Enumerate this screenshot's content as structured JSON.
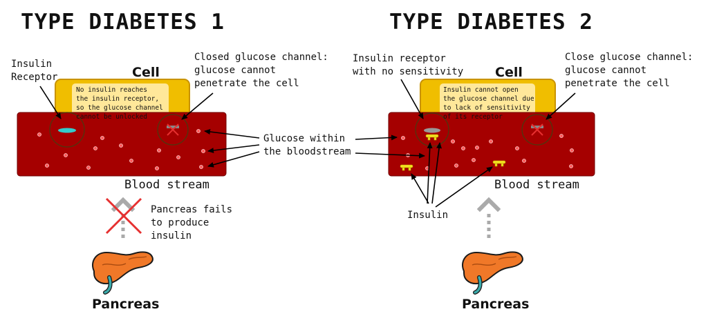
{
  "left": {
    "title": "TYPE DIABETES 1",
    "insulin_receptor_label": "Insulin\nReceptor",
    "cell_label": "Cell",
    "closed_channel_label": "Closed glucose channel:\nglucose cannot\npenetrate the cell",
    "cell_note": "No insulin reaches\nthe insulin receptor,\nso the glucose channel\ncannot be unlocked",
    "glucose_label": "Glucose within\nthe bloodstream",
    "blood_stream_label": "Blood stream",
    "pancreas_fail_label": "Pancreas fails\nto produce\ninsulin",
    "pancreas_label": "Pancreas"
  },
  "right": {
    "title": "TYPE DIABETES 2",
    "receptor_label": "Insulin receptor\nwith no sensitivity",
    "cell_label": "Cell",
    "close_channel_label": "Close glucose channel:\nglucose cannot\npenetrate the cell",
    "cell_note": "Insulin cannot open\nthe glucose channel due\nto lack of sensitivity\nof its receptor",
    "blood_stream_label": "Blood stream",
    "insulin_label": "Insulin",
    "pancreas_label": "Pancreas"
  },
  "colors": {
    "blood": "#a50000",
    "blood_border": "#6e0000",
    "cell": "#f0be00",
    "cell_border": "#c89200",
    "note_bg": "#ffe89a",
    "glucose": "#ff5a5a",
    "insulin": "#f4e020",
    "receptor_ok": "#33cccc",
    "receptor_dead": "#999999",
    "cross": "#e63030",
    "pancreas": "#f07828",
    "duct": "#3aaaaa"
  }
}
